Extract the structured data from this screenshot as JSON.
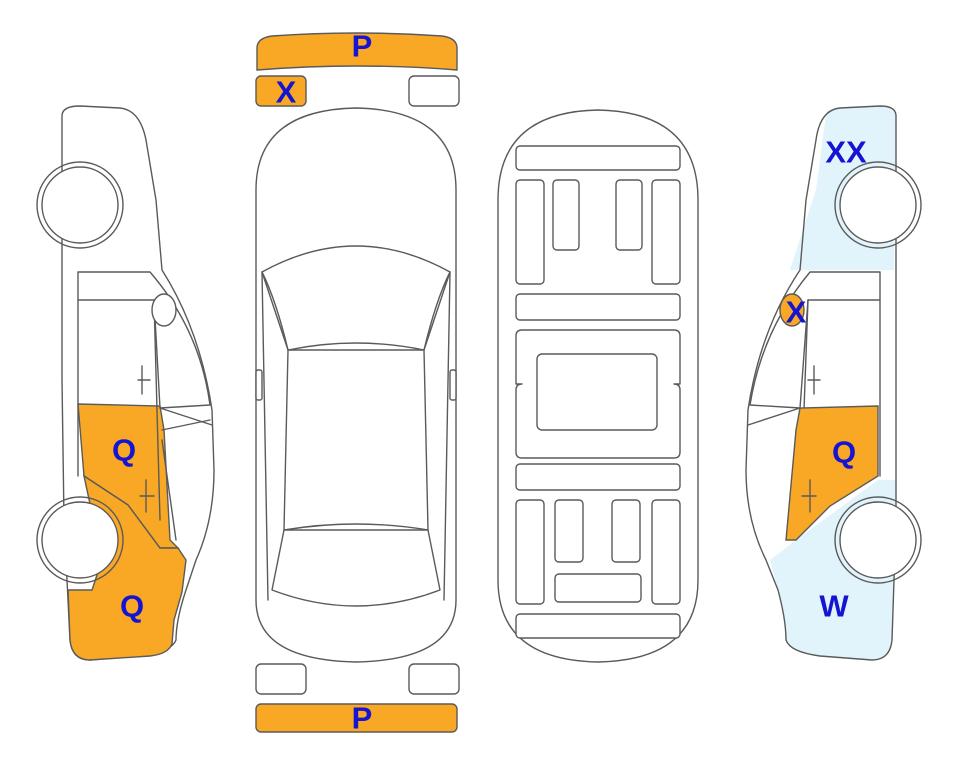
{
  "colors": {
    "damage_orange": "#F9A825",
    "damage_blue": "#E2F4FB",
    "label_text": "#1414D2",
    "outline": "#5A5A5A"
  },
  "labels": {
    "front_bumper": "P",
    "front_small_part": "X",
    "rear_bumper": "P",
    "left_front_door": "Q",
    "left_front_fender": "Q",
    "right_rear_quarter": "XX",
    "right_mirror": "X",
    "right_front_door": "Q",
    "right_front_fender": "W"
  }
}
